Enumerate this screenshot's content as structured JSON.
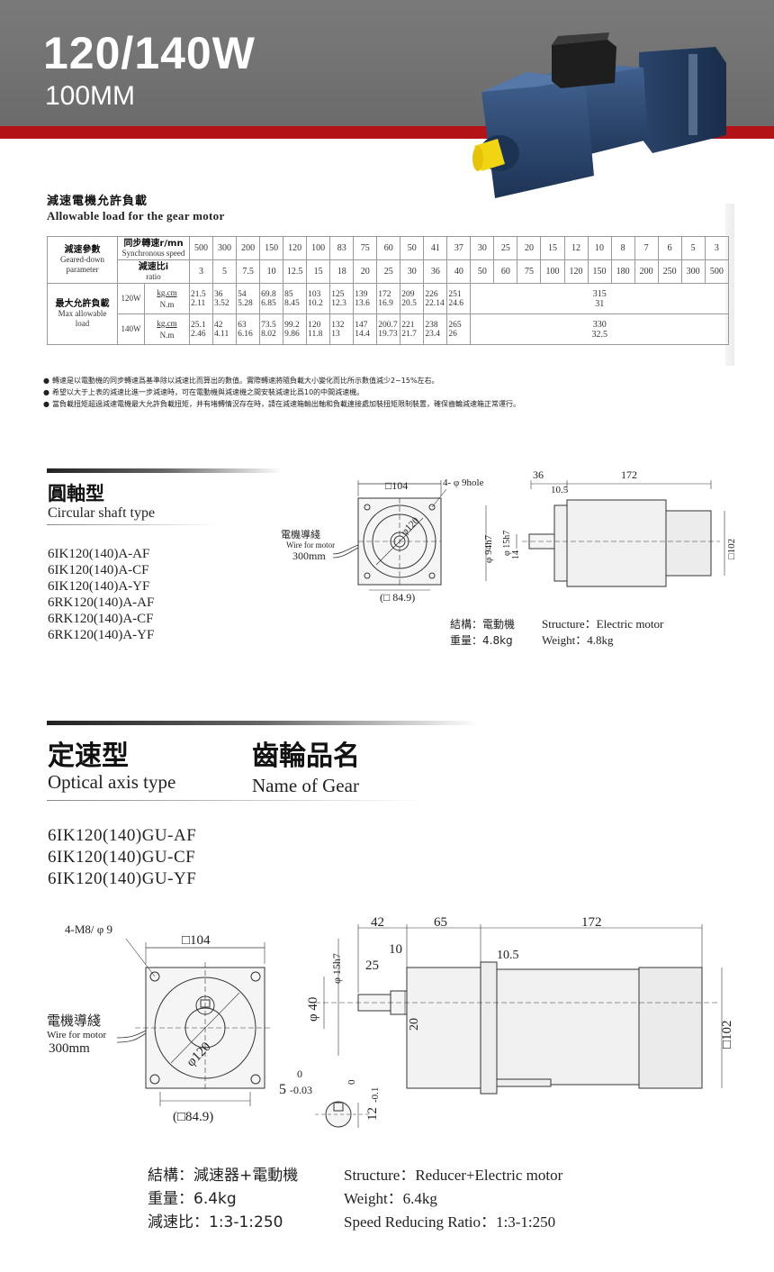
{
  "header": {
    "title": "120/140W",
    "subtitle": "100MM"
  },
  "load_section": {
    "title_zh": "減速電機允許負載",
    "title_en": "Allowable load for the gear motor",
    "param_zh": "減速參數",
    "param_en_1": "Geared-down",
    "param_en_2": "parameter",
    "sync_zh": "同步轉速r/mn",
    "sync_en": "Synchronous speed",
    "ratio_zh": "減速比i",
    "ratio_en": "ratio",
    "max_zh": "最大允許負載",
    "max_en_1": "Max allowable",
    "max_en_2": "load",
    "speeds": [
      "500",
      "300",
      "200",
      "150",
      "120",
      "100",
      "83",
      "75",
      "60",
      "50",
      "41",
      "37",
      "30",
      "25",
      "20",
      "15",
      "12",
      "10",
      "8",
      "7",
      "6",
      "5",
      "3"
    ],
    "ratios": [
      "3",
      "5",
      "7.5",
      "10",
      "12.5",
      "15",
      "18",
      "20",
      "25",
      "30",
      "36",
      "40",
      "50",
      "60",
      "75",
      "100",
      "120",
      "150",
      "180",
      "200",
      "250",
      "300",
      "500"
    ],
    "unit_kgcm": "kg.cm",
    "unit_nm": "N.m",
    "rows": [
      {
        "power": "120W",
        "kgcm": [
          "21.5",
          "36",
          "54",
          "69.8",
          "85",
          "103",
          "125",
          "139",
          "172",
          "209",
          "226",
          "251"
        ],
        "nm": [
          "2.11",
          "3.52",
          "5.28",
          "6.85",
          "8.45",
          "10.2",
          "12.3",
          "13.6",
          "16.9",
          "20.5",
          "22.14",
          "24.6"
        ],
        "max_kgcm": "315",
        "max_nm": "31"
      },
      {
        "power": "140W",
        "kgcm": [
          "25.1",
          "42",
          "63",
          "73.5",
          "99.2",
          "120",
          "132",
          "147",
          "200.7",
          "221",
          "238",
          "265"
        ],
        "nm": [
          "2.46",
          "4.11",
          "6.16",
          "8.02",
          "9.86",
          "11.8",
          "13",
          "14.4",
          "19.73",
          "21.7",
          "23.4",
          "26"
        ],
        "max_kgcm": "330",
        "max_nm": "32.5"
      }
    ],
    "notes": [
      "轉速是以電動機的同步轉速爲基準除以減速比而算出的數值。實際轉速將隨負載大小變化而比所示數值減少2~15%左右。",
      "希望以大于上表的減速比進一步減速時，可在電動機與減速機之間安裝減速比爲10的中間減速機。",
      "當負載扭矩超過減速電機最大允許負載扭矩，并有堵轉情況存在時，請在減速箱輸出軸和負載連接處加裝扭矩限制裝置，確保齒輪減速箱正常運行。"
    ]
  },
  "circular": {
    "title_zh": "圓軸型",
    "title_en": "Circular shaft type",
    "models": [
      "6IK120(140)A-AF",
      "6IK120(140)A-CF",
      "6IK120(140)A-YF",
      "6RK120(140)A-AF",
      "6RK120(140)A-CF",
      "6RK120(140)A-YF"
    ],
    "dims": {
      "sq104": "□104",
      "hole": "4- φ 9hole",
      "phi120": "φ120",
      "sq849": "(□ 84.9)",
      "wire_zh": "電機導綫",
      "wire_en": "Wire for motor",
      "wire_len": "300mm",
      "d36": "36",
      "d105": "10.5",
      "d172": "172",
      "phi94": "φ 94h7",
      "phi15": "φ 15h7",
      "d14": "14",
      "sq102": "□102"
    },
    "structure_zh": "結構：電動機",
    "weight_zh": "重量：4.8kg",
    "structure_en": "Structure：Electric motor",
    "weight_en": "Weight：4.8kg"
  },
  "gear": {
    "title_zh": "定速型",
    "title_en": "Optical axis type",
    "name_zh": "齒輪品名",
    "name_en": "Name of Gear",
    "models": [
      "6IK120(140)GU-AF",
      "6IK120(140)GU-CF",
      "6IK120(140)GU-YF"
    ],
    "dims": {
      "m8": "4-M8/ φ 9",
      "sq104": "□104",
      "phi120": "φ120",
      "sq849": "(□84.9)",
      "wire_zh": "電機導綫",
      "wire_en": "Wire for motor",
      "wire_len": "300mm",
      "d42": "42",
      "d65": "65",
      "d172": "172",
      "d10": "10",
      "d25": "25",
      "d105": "10.5",
      "phi15": "φ 15h7",
      "phi40": "φ 40",
      "d20": "20",
      "sq102": "□102",
      "key_w": "5",
      "key_w_tol_up": "0",
      "key_w_tol_dn": "-0.03",
      "key_h": "12",
      "key_h_tol_up": "0",
      "key_h_tol_dn": "-0.1"
    },
    "structure_zh": "結構：減速器+電動機",
    "weight_zh": "重量：6.4kg",
    "ratio_zh": "減速比：1:3-1:250",
    "structure_en": "Structure：Reducer+Electric motor",
    "weight_en": "Weight：6.4kg",
    "ratio_en": "Speed Reducing Ratio：1:3-1:250"
  }
}
